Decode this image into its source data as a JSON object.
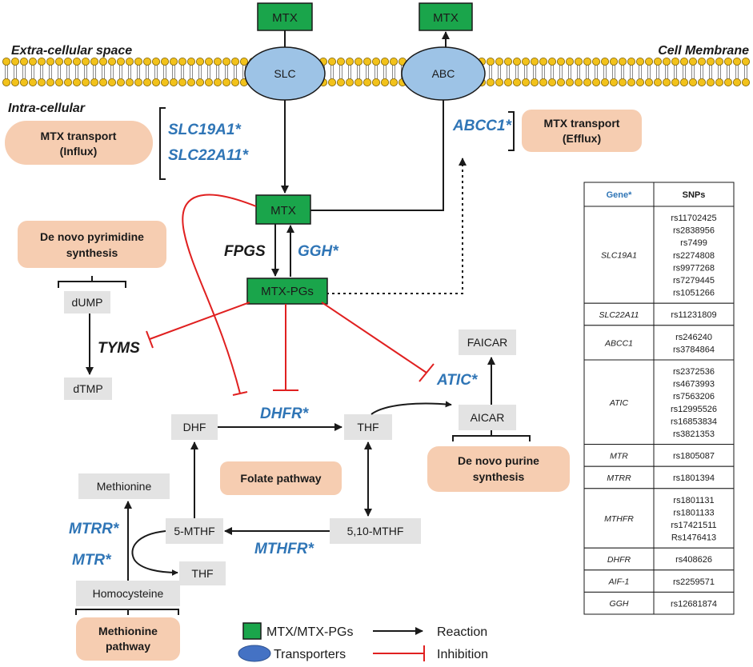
{
  "labels": {
    "extra_cellular": "Extra-cellular space",
    "cell_membrane": "Cell Membrane",
    "intra_cellular": "Intra-cellular"
  },
  "transporters": {
    "slc": "SLC",
    "abc": "ABC",
    "mtx_top_left": "MTX",
    "mtx_top_right": "MTX"
  },
  "nodes": {
    "mtx": "MTX",
    "mtx_pgs": "MTX-PGs",
    "dump": "dUMP",
    "dtmp": "dTMP",
    "dhf": "DHF",
    "thf": "THF",
    "faicar": "FAICAR",
    "aicar": "AICAR",
    "methionine": "Methionine",
    "five_mthf": "5-MTHF",
    "five_ten_mthf": "5,10-MTHF",
    "thf_small": "THF",
    "homocysteine": "Homocysteine"
  },
  "genes": {
    "slc19a1": "SLC19A1*",
    "slc22a11": "SLC22A11*",
    "abcc1": "ABCC1*",
    "fpgs": "FPGS",
    "ggh": "GGH*",
    "tyms": "TYMS",
    "dhfr": "DHFR*",
    "atic": "ATIC*",
    "mtrr": "MTRR*",
    "mtr": "MTR*",
    "mthfr": "MTHFR*"
  },
  "pathways": {
    "influx_line1": "MTX transport",
    "influx_line2": "(Influx)",
    "efflux_line1": "MTX transport",
    "efflux_line2": "(Efflux)",
    "pyrimidine_line1": "De novo pyrimidine",
    "pyrimidine_line2": "synthesis",
    "folate": "Folate pathway",
    "purine_line1": "De novo purine",
    "purine_line2": "synthesis",
    "methionine_line1": "Methionine",
    "methionine_line2": "pathway"
  },
  "legend": {
    "mtx_pgs": "MTX/MTX-PGs",
    "reaction": "Reaction",
    "transporters": "Transporters",
    "inhibition": "Inhibition"
  },
  "table": {
    "header_gene": "Gene*",
    "header_snps": "SNPs",
    "rows": [
      {
        "gene": "SLC19A1",
        "snps": [
          "rs11702425",
          "rs2838956",
          "rs7499",
          "rs2274808",
          "rs9977268",
          "rs7279445",
          "rs1051266"
        ]
      },
      {
        "gene": "SLC22A11",
        "snps": [
          "rs11231809"
        ]
      },
      {
        "gene": "ABCC1",
        "snps": [
          "rs246240",
          "rs3784864"
        ]
      },
      {
        "gene": "ATIC",
        "snps": [
          "rs2372536",
          "rs4673993",
          "rs7563206",
          "rs12995526",
          "rs16853834",
          "rs3821353"
        ]
      },
      {
        "gene": "MTR",
        "snps": [
          "rs1805087"
        ]
      },
      {
        "gene": "MTRR",
        "snps": [
          "rs1801394"
        ]
      },
      {
        "gene": "MTHFR",
        "snps": [
          "rs1801131",
          "rs1801133",
          "rs17421511",
          "Rs1476413"
        ]
      },
      {
        "gene": "DHFR",
        "snps": [
          "rs408626"
        ]
      },
      {
        "gene": "AIF-1",
        "snps": [
          "rs2259571"
        ]
      },
      {
        "gene": "GGH",
        "snps": [
          "rs12681874"
        ]
      }
    ]
  },
  "colors": {
    "gene_blue": "#2f75b6",
    "mtx_green": "#1aa54b",
    "transporter_blue": "#9dc3e6",
    "inhibition_red": "#e02020",
    "pathway_peach": "#f6cdb1",
    "node_grey": "#e3e3e3",
    "membrane_yellow": "#f2c21b"
  }
}
